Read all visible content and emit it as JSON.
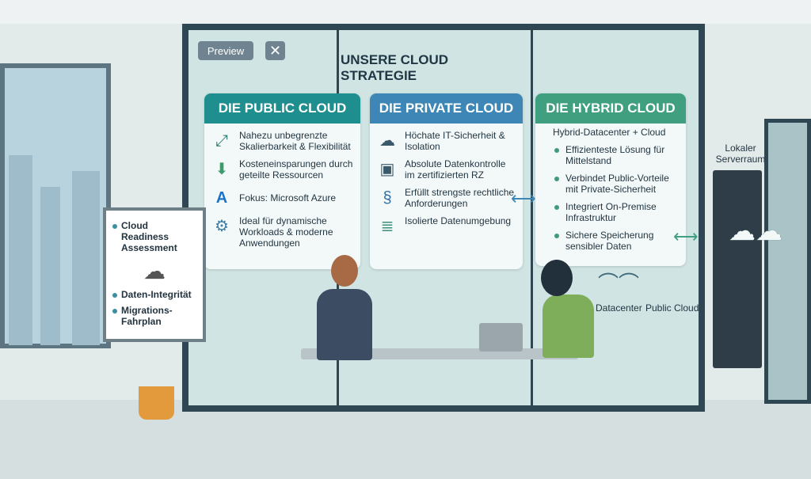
{
  "overlay": {
    "preview_label": "Preview",
    "close_icon": "close-icon"
  },
  "title": "UNSERE CLOUD STRATEGIE",
  "colors": {
    "public": "#1f8e8f",
    "private": "#3d86b5",
    "hybrid": "#3f9f7f"
  },
  "public": {
    "header": "DIE PUBLIC CLOUD",
    "items": [
      {
        "icon": "scale-arrows-icon",
        "text": "Nahezu unbegrenzte Skalierbarkeit & Flexibilität"
      },
      {
        "icon": "arrow-down-icon",
        "text": "Kosteneinsparungen durch geteilte Ressourcen"
      },
      {
        "icon": "azure-logo-icon",
        "text": "Fokus: Microsoft Azure"
      },
      {
        "icon": "gear-icon",
        "text": "Ideal für dynamische Workloads & moderne Anwendungen"
      }
    ]
  },
  "private": {
    "header": "DIE PRIVATE CLOUD",
    "items": [
      {
        "icon": "cloud-lock-icon",
        "text": "Höchate IT-Sicherheit & Isolation"
      },
      {
        "icon": "safe-icon",
        "text": "Absolute Datenkontrolle im zertifizierten RZ"
      },
      {
        "icon": "paragraph-icon",
        "text": "Erfüllt strengste rechtliche Anforderungen"
      },
      {
        "icon": "database-icon",
        "text": "Isolierte Datenumgebung"
      }
    ]
  },
  "hybrid": {
    "header": "DIE HYBRID CLOUD",
    "subtitle": "Hybrid-Datacenter + Cloud",
    "items": [
      "Effizienteste Lösung für Mittelstand",
      "Verbindet Public-Vorteile mit Private-Sicherheit",
      "Integriert On-Premise Infrastruktur",
      "Sichere Speicherung sensibler Daten"
    ],
    "diagram": {
      "left": "Datacenter",
      "right": "Public Cloud"
    }
  },
  "serverroom": "Lokaler Serverraum",
  "flipchart": [
    "Cloud Readiness Assessment",
    "Daten-Integrität",
    "Migrations-Fahrplan"
  ]
}
